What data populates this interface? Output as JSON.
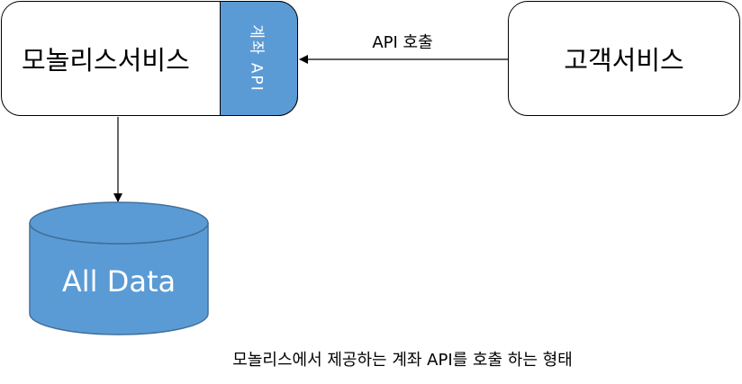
{
  "nodes": {
    "monolith": "모놀리스서비스",
    "account_api": "계좌 API",
    "customer": "고객서비스",
    "database": "All Data"
  },
  "edges": {
    "api_call": "API 호출"
  },
  "caption": "모놀리스에서 제공하는 계좌 API를 호출 하는 형태",
  "colors": {
    "api_fill": "#5b9bd5",
    "db_fill": "#5b9bd5",
    "stroke": "#000000"
  }
}
